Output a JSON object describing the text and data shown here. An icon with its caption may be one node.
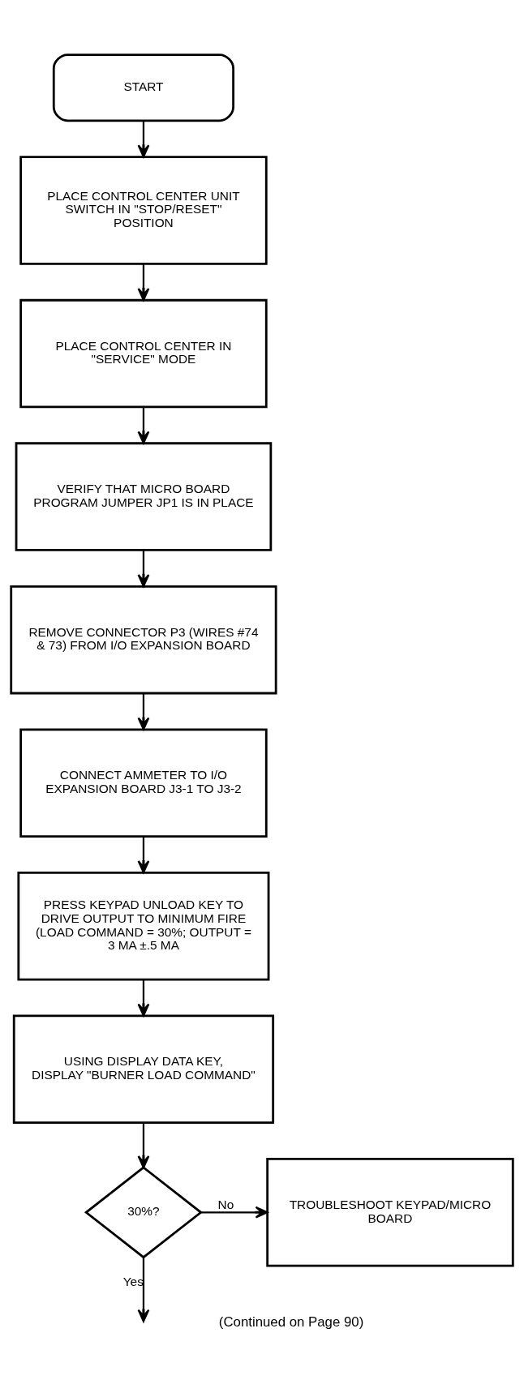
{
  "diagram": {
    "nodes": [
      {
        "text": [
          "START"
        ]
      },
      {
        "text": [
          "PLACE CONTROL CENTER UNIT SWITCH IN \"STOP/RESET\" POSITION"
        ]
      },
      {
        "text": [
          "PLACE CONTROL CENTER IN \"SERVICE\" MODE"
        ]
      },
      {
        "text": [
          "VERIFY THAT MICRO BOARD PROGRAM JUMPER JP1 IS IN PLACE"
        ]
      },
      {
        "text": [
          "REMOVE CONNECTOR P3 (WIRES #74 & 73) FROM I/O EXPANSION BOARD"
        ]
      },
      {
        "text": [
          "CONNECT AMMETER TO I/O EXPANSION BOARD J3-1 TO J3-2"
        ]
      },
      {
        "text": [
          "PRESS KEYPAD UNLOAD KEY TO DRIVE OUTPUT TO MINIMUM FIRE (LOAD COMMAND = 30%; OUTPUT = 3 MA ±.5 MA"
        ]
      },
      {
        "text": [
          "USING DISPLAY DATA KEY, DISPLAY \"BURNER LOAD COMMAND\""
        ]
      },
      {
        "text": [
          "30%?"
        ]
      },
      {
        "text": [
          "TROUBLESHOOT KEYPAD/MICRO BOARD"
        ]
      }
    ],
    "edges": [
      {
        "from": 0,
        "to": 1,
        "arrow": "to"
      },
      {
        "from": 1,
        "to": 2,
        "arrow": "to"
      },
      {
        "from": 2,
        "to": 3,
        "arrow": "to"
      },
      {
        "from": 3,
        "to": 4,
        "arrow": "to"
      },
      {
        "from": 4,
        "to": 5,
        "arrow": "to"
      },
      {
        "from": 5,
        "to": 6,
        "arrow": "to"
      },
      {
        "from": 6,
        "to": 7,
        "arrow": "to"
      },
      {
        "from": 7,
        "to": 8,
        "arrow": "to"
      },
      {
        "from": 8,
        "to": 9,
        "arrow": "to",
        "label": "No"
      },
      {
        "from": 8,
        "to": null,
        "arrow": "to",
        "label": "Yes"
      }
    ],
    "labels": [
      "(Continued on Page 90)"
    ]
  }
}
